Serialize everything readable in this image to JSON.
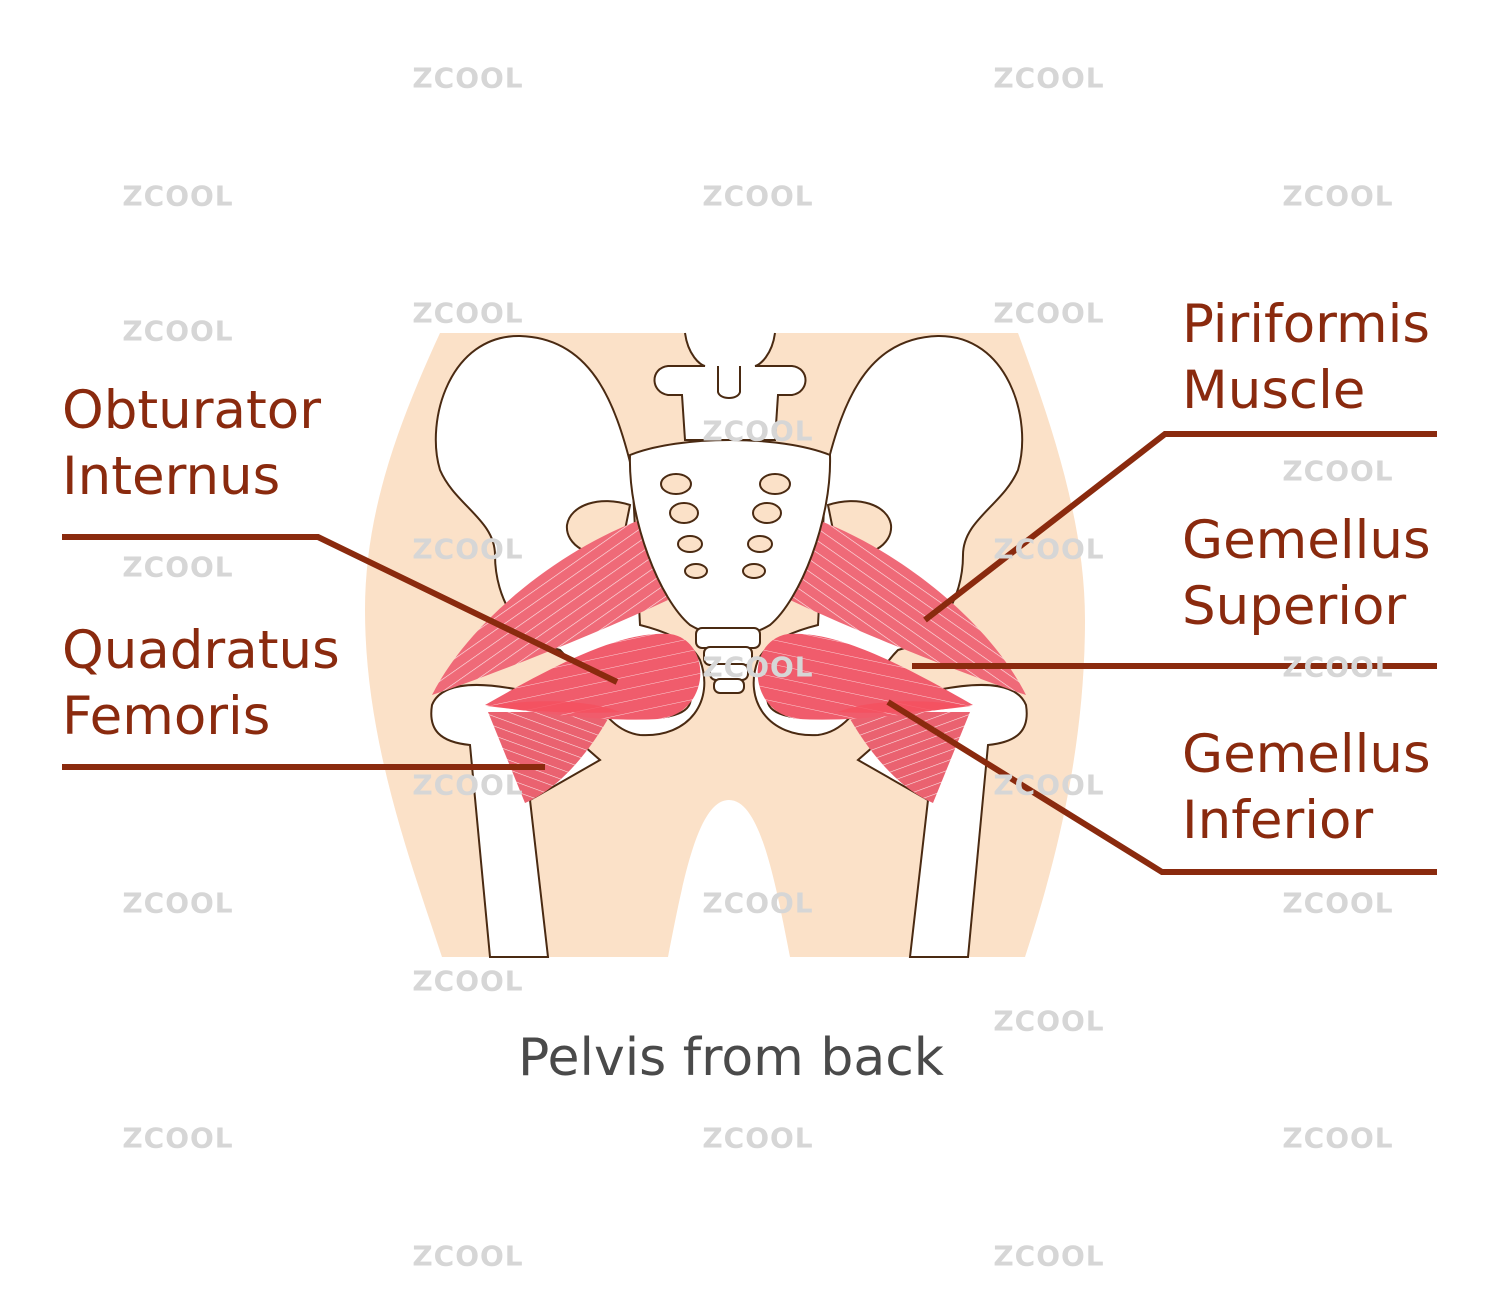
{
  "caption": "Pelvis from back",
  "watermark": "ZCOOL",
  "labels": {
    "obturator_internus": [
      "Obturator",
      "Internus"
    ],
    "quadratus_femoris": [
      "Quadratus",
      "Femoris"
    ],
    "piriformis": [
      "Piriformis",
      "Muscle"
    ],
    "gemellus_superior": [
      "Gemellus",
      "Superior"
    ],
    "gemellus_inferior": [
      "Gemellus",
      "Inferior"
    ]
  },
  "colors": {
    "label": "#8a2a0e",
    "leader": "#8a2a0e",
    "skin": "#fbe1c8",
    "bone": "#ffffff",
    "outline": "#4a2a12",
    "muscle": "#ef6a78",
    "muscle_deep": "#f5505f",
    "caption": "#4a4a4a"
  }
}
